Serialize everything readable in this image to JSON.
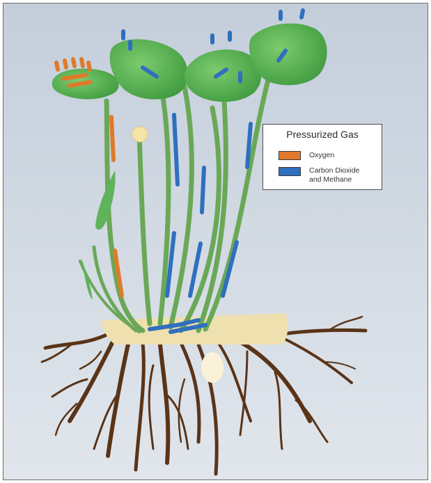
{
  "colors": {
    "background_top": "#c6d0dc",
    "background_bottom": "#dfe5ec",
    "leaf": "#5fb35a",
    "leaf_dark": "#3f8f3c",
    "stem": "#6aa857",
    "root": "#5a3418",
    "rhizome": "#efe0b0",
    "flower": "#f5e6a8",
    "oxygen": "#e07a2a",
    "co2_methane": "#2f6fbf"
  },
  "legend": {
    "title": "Pressurized Gas",
    "items": [
      {
        "label": "Oxygen",
        "color": "#e07a2a"
      },
      {
        "label_line1": "Carbon Dioxide",
        "label_line2": "and Methane",
        "color": "#2f6fbf"
      }
    ]
  }
}
